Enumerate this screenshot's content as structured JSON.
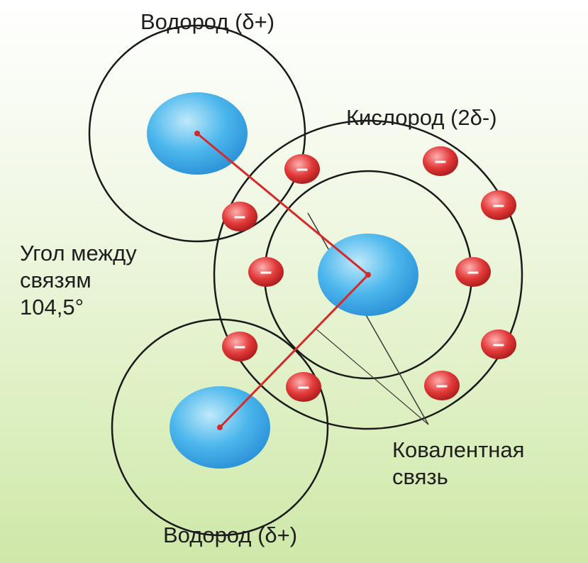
{
  "labels": {
    "hydrogen_top": "Водород (δ+)",
    "oxygen": "Кислород (2δ-)",
    "angle_line1": "Угол между",
    "angle_line2": "связям",
    "angle_line3": "104,5°",
    "covalent_line1": "Ковалентная",
    "covalent_line2": "связь",
    "hydrogen_bottom": "Водород (δ+)"
  },
  "electron_symbol": "–",
  "colors": {
    "nucleus_light": "#bfe9fb",
    "nucleus_mid": "#4ab6ec",
    "nucleus_dark": "#2a8fd6",
    "electron_light": "#ffb0b0",
    "electron_mid": "#e23a3a",
    "electron_dark": "#a81818",
    "bond_line": "#d42a2a",
    "orbit": "#1a1a1a"
  }
}
